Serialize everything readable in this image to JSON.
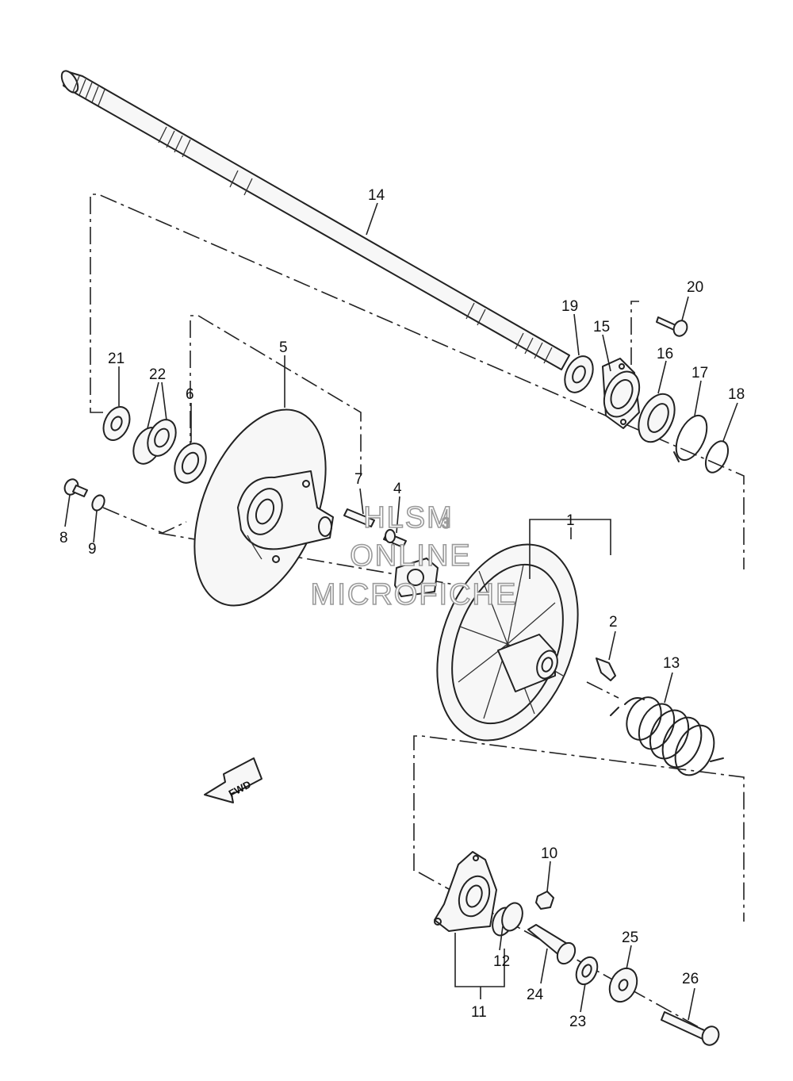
{
  "diagram": {
    "watermark": [
      "HLSM",
      "ONLINE",
      "MICROFICHE"
    ],
    "fwd_arrow_label": "FWD",
    "part_labels": [
      "1",
      "2",
      "4",
      "5",
      "6",
      "7",
      "8",
      "9",
      "10",
      "11",
      "12",
      "13",
      "14",
      "15",
      "16",
      "17",
      "18",
      "19",
      "20",
      "21",
      "22",
      "23",
      "24",
      "25",
      "26"
    ],
    "ghost_label": "3"
  }
}
